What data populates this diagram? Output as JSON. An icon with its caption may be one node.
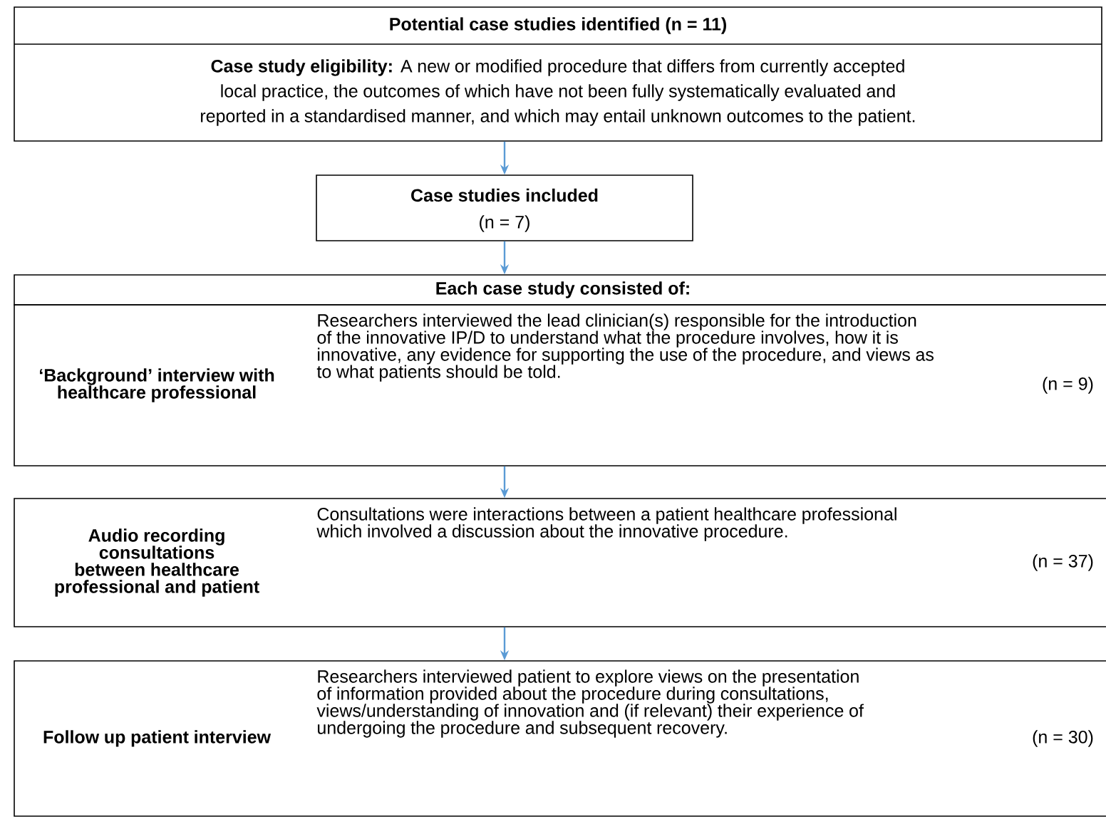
{
  "diagram": {
    "nodes": [
      {
        "text": [
          "Potential case studies identified (n = 11)",
          "**Case study eligibility:** A new or modified procedure that differs from currently accepted local practice, the outcomes of which have not been fully systematically evaluated and reported in a standardised manner, and which may entail unknown outcomes to the patient."
        ]
      },
      {
        "text": [
          "Case studies included",
          "(n = 7)"
        ]
      },
      {
        "text": [
          "Each case study consisted of:"
        ]
      },
      {
        "text": [
          "‘Background’ interview with healthcare professional",
          "Researchers interviewed the lead clinician(s) responsible for the introduction of the innovative IP/D to understand what the procedure involves, how it is innovative, any evidence for supporting the use of the procedure, and views as to what patients should be told.",
          "(n = 9)"
        ]
      },
      {
        "text": [
          "Audio recording consultations between healthcare professional and patient",
          "Consultations were interactions between a patient healthcare professional which involved a discussion about the innovative procedure.",
          "(n = 37)"
        ]
      },
      {
        "text": [
          "Follow up patient interview",
          "Researchers interviewed patient to explore views on the presentation of information provided about the procedure during consultations, views/understanding of innovation and (if relevant) their experience of undergoing the procedure and subsequent recovery.",
          "(n = 30)"
        ]
      }
    ],
    "edges": [
      {
        "from": 0,
        "to": 1,
        "arrow": "to"
      },
      {
        "from": 1,
        "to": 2,
        "arrow": "to"
      },
      {
        "from": 3,
        "to": 4,
        "arrow": "to"
      },
      {
        "from": 4,
        "to": 5,
        "arrow": "to"
      }
    ]
  }
}
